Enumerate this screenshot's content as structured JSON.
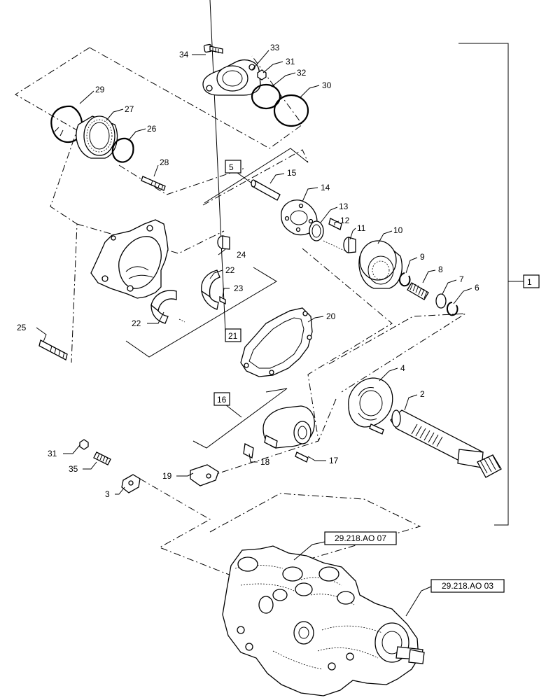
{
  "callouts": {
    "c1": "1",
    "c2": "2",
    "c3": "3",
    "c4": "4",
    "c5": "5",
    "c6": "6",
    "c7": "7",
    "c8": "8",
    "c9": "9",
    "c10": "10",
    "c11": "11",
    "c12": "12",
    "c13": "13",
    "c14": "14",
    "c15": "15",
    "c16": "16",
    "c17": "17",
    "c18": "18",
    "c19": "19",
    "c20": "20",
    "c21": "21",
    "c22a": "22",
    "c22b": "22",
    "c23": "23",
    "c24": "24",
    "c25": "25",
    "c26": "26",
    "c27": "27",
    "c28": "28",
    "c29": "29",
    "c30": "30",
    "c31a": "31",
    "c31b": "31",
    "c32": "32",
    "c33": "33",
    "c34": "34",
    "c35": "35"
  },
  "references": {
    "ref_a": "29.218.AO 07",
    "ref_b": "29.218.AO 03"
  }
}
